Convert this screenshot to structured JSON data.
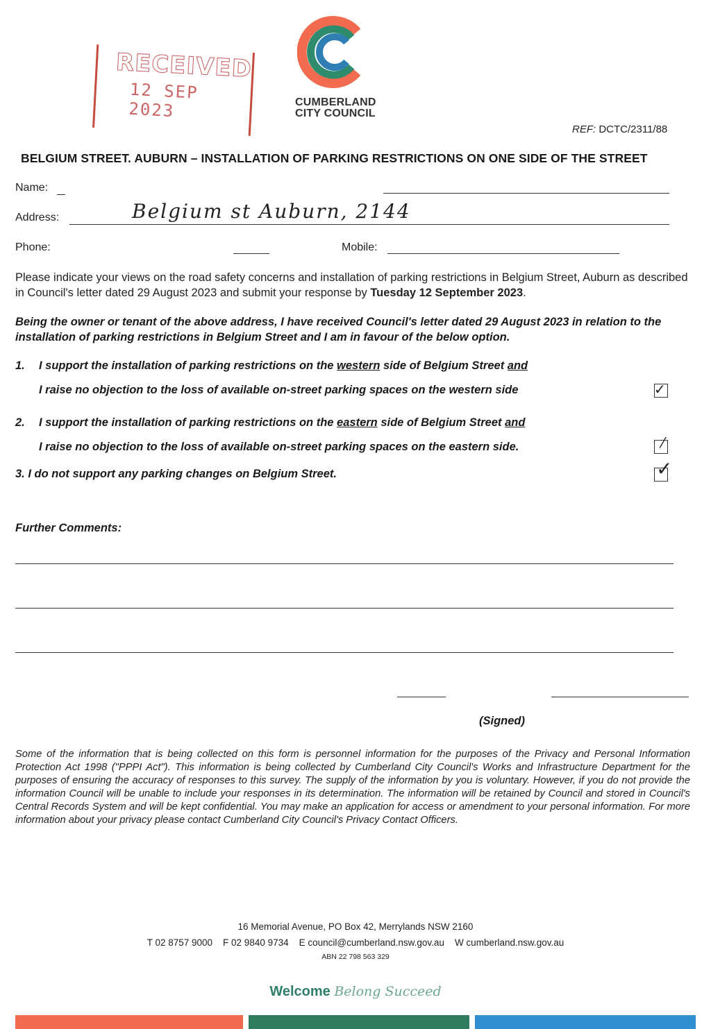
{
  "stamp": {
    "title": "RECEIVED",
    "date": "12 SEP 2023"
  },
  "logo": {
    "line1": "CUMBERLAND",
    "line2": "CITY COUNCIL",
    "colors": {
      "orange": "#f26b4f",
      "green": "#2e8b6e",
      "blue": "#2f7fb4"
    }
  },
  "ref": {
    "label": "REF:",
    "value": "DCTC/2311/88"
  },
  "heading": "BELGIUM STREET. AUBURN – INSTALLATION OF PARKING RESTRICTIONS ON ONE SIDE OF THE STREET",
  "fields": {
    "name_label": "Name:",
    "address_label": "Address:",
    "address_value": "Belgium st Auburn, 2144",
    "phone_label": "Phone:",
    "mobile_label": "Mobile:"
  },
  "instructions": {
    "text": "Please indicate your views on the road safety concerns and installation of parking restrictions in Belgium Street, Auburn as described in Council's letter dated 29 August 2023 and submit your response by ",
    "deadline": "Tuesday 12 September 2023",
    "end": "."
  },
  "declaration": "Being the owner or tenant of the above address, I have received Council's letter dated 29 August 2023 in relation to the installation of parking restrictions in Belgium Street and I am in favour of the below option.",
  "options": [
    {
      "number": "1.",
      "line1_a": "I support the installation of parking restrictions on the ",
      "line1_u": "western",
      "line1_b": " side of Belgium Street ",
      "line1_and": "and",
      "line2": "I raise no objection to the loss of available on-street parking spaces on the western side",
      "checked": true
    },
    {
      "number": "2.",
      "line1_a": "I support the installation of parking restrictions on the ",
      "line1_u": "eastern",
      "line1_b": " side of Belgium Street ",
      "line1_and": "and",
      "line2": "I raise no objection to the loss of available on-street parking spaces on the eastern side.",
      "checked": true
    },
    {
      "number": "3.",
      "line1": "3. I do not support any parking changes on Belgium Street.",
      "checked": true
    }
  ],
  "comments_label": "Further Comments:",
  "signed_label": "(Signed)",
  "privacy": "Some of the information that is being collected on this form is personnel information for the purposes of the Privacy and Personal Information Protection Act 1998 (\"PPPI Act\"). This information is being collected by Cumberland City Council's Works and Infrastructure Department for the purposes of ensuring the accuracy of responses to this survey. The supply of the information by you is voluntary. However, if you do not provide the information Council will be unable to include your responses in its determination. The information will be retained by Council and stored in Council's Central Records System and will be kept confidential. You may make an application for access or amendment to your personal information. For more information about your privacy please contact Cumberland City Council's Privacy Contact Officers.",
  "footer": {
    "address": "16 Memorial Avenue, PO Box 42, Merrylands NSW 2160",
    "contacts": "T 02 8757 9000    F 02 9840 9734    E council@cumberland.nsw.gov.au    W cumberland.nsw.gov.au",
    "abn": "ABN 22 798 563 329",
    "tagline_a": "Welcome",
    "tagline_b": "Belong Succeed"
  }
}
